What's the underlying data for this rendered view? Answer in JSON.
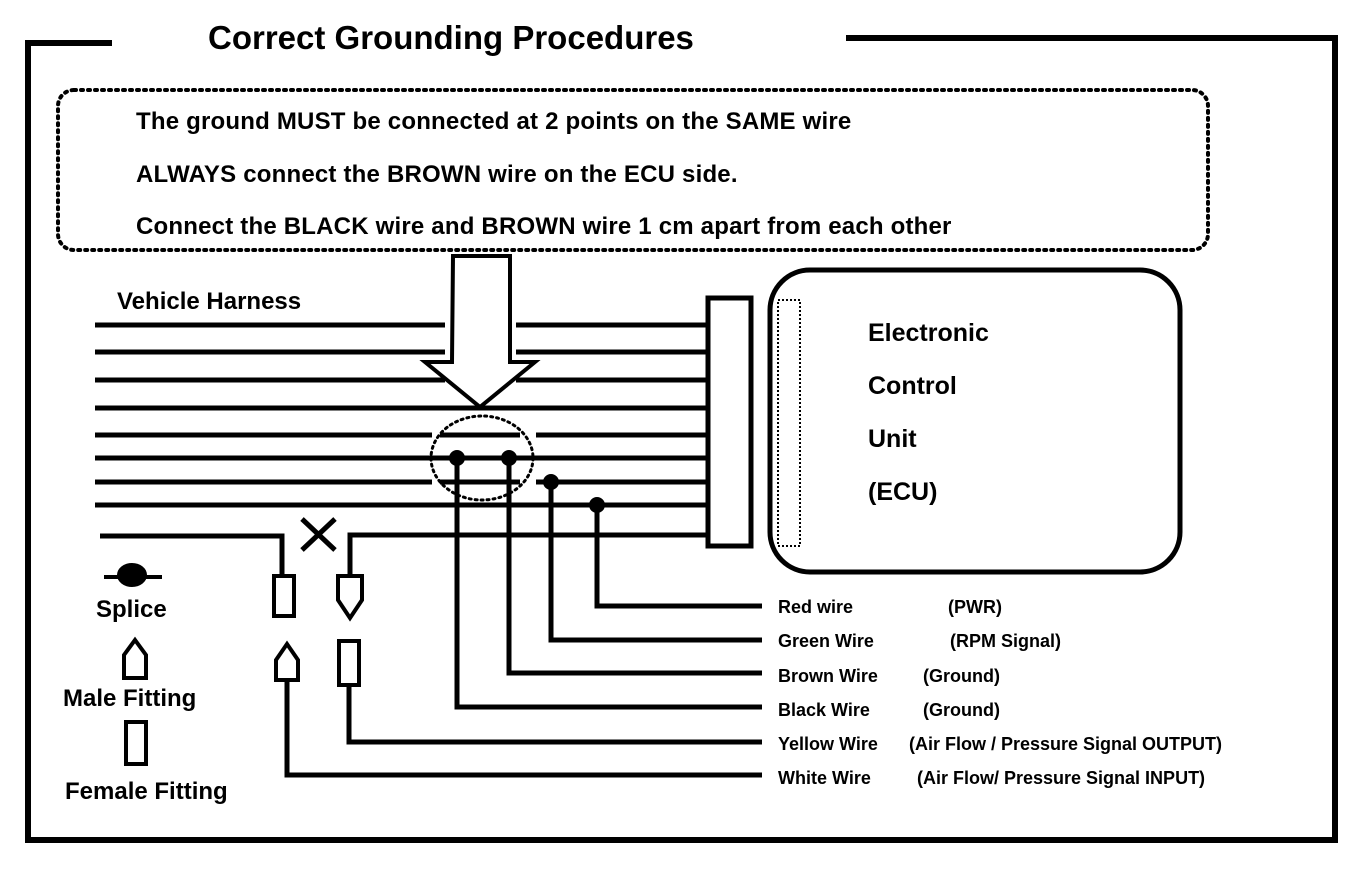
{
  "title": "Correct Grounding Procedures",
  "notes": [
    "The ground MUST be connected at 2 points on the SAME wire",
    "ALWAYS connect the BROWN wire on the ECU side.",
    "Connect the BLACK wire and BROWN wire 1 cm apart from each other"
  ],
  "harness_label": "Vehicle Harness",
  "ecu": {
    "lines": [
      "Electronic",
      "Control",
      "Unit",
      "(ECU)"
    ]
  },
  "symbols_key": {
    "splice": "Splice",
    "male": "Male Fitting",
    "female": "Female Fitting"
  },
  "wires": [
    {
      "name": "Red wire",
      "function": "(PWR)"
    },
    {
      "name": "Green Wire",
      "function": "(RPM Signal)"
    },
    {
      "name": "Brown Wire",
      "function": "(Ground)"
    },
    {
      "name": "Black Wire",
      "function": "(Ground)"
    },
    {
      "name": "Yellow Wire",
      "function": "(Air Flow / Pressure Signal OUTPUT)"
    },
    {
      "name": "White Wire",
      "function": "(Air Flow/ Pressure Signal INPUT)"
    }
  ],
  "cut_mark": "×"
}
